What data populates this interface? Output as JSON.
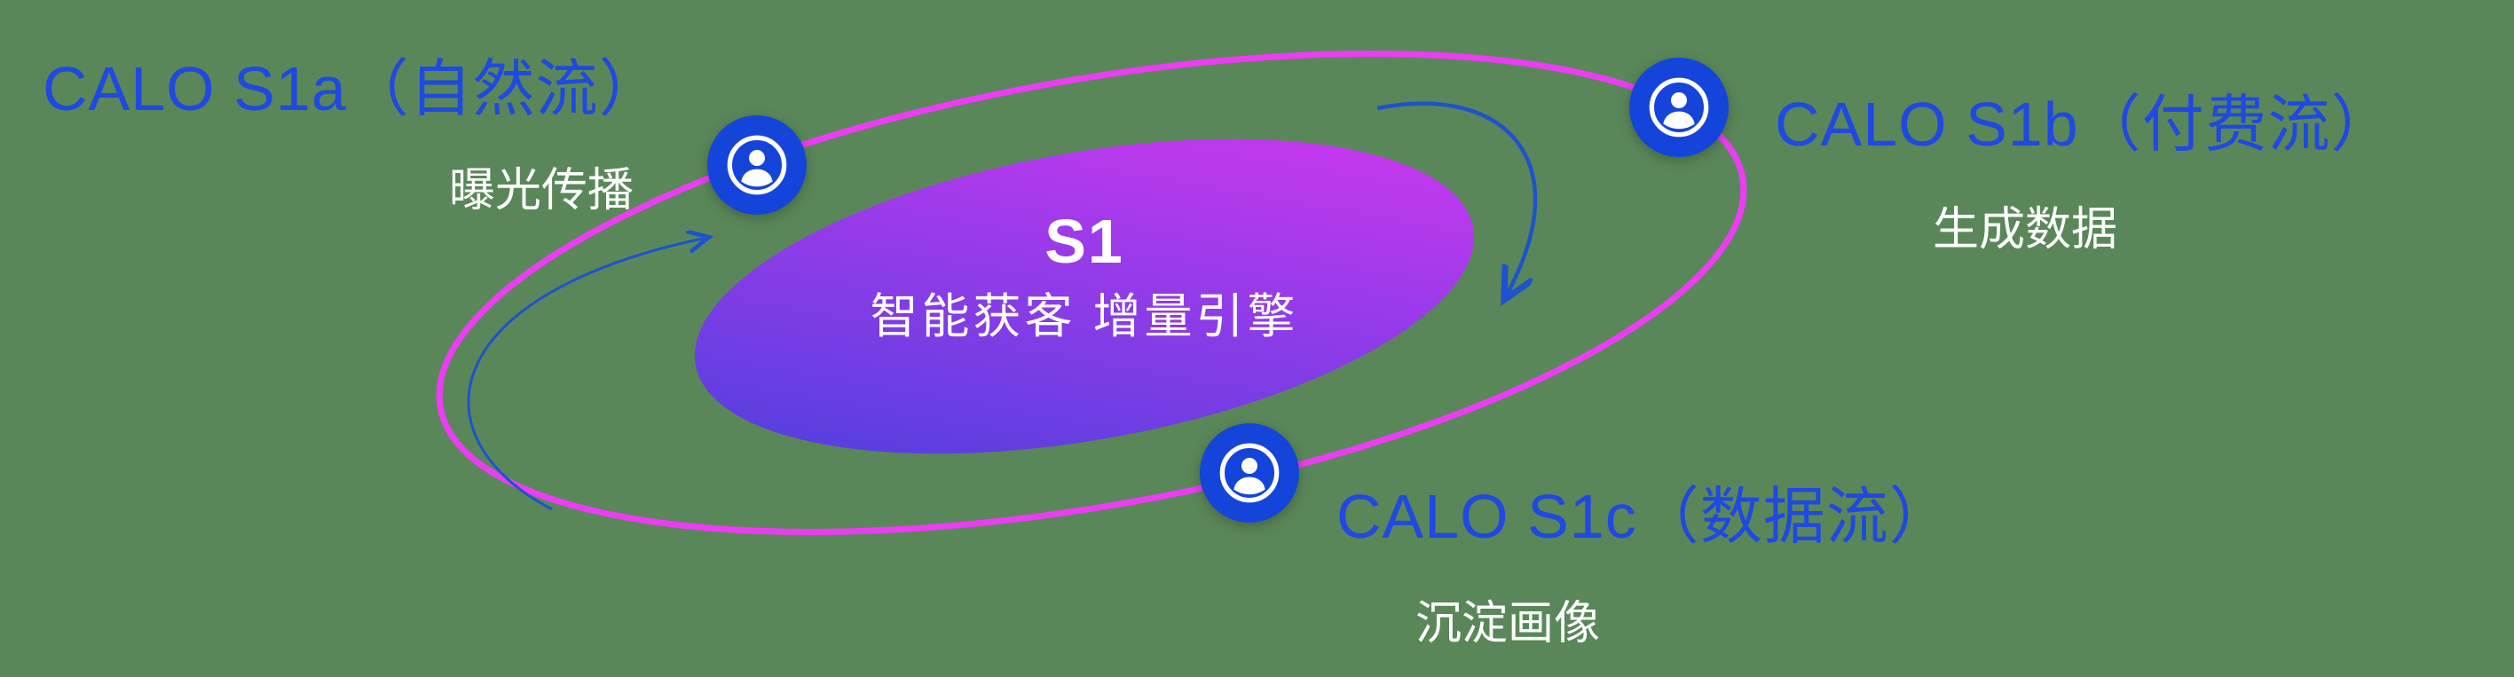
{
  "diagram": {
    "center": {
      "title": "S1",
      "subtitle": "智能获客  增量引擎"
    },
    "nodes": [
      {
        "id": "s1a",
        "title": "CALO S1a（自然流）",
        "subtitle": "曝光传播",
        "icon": "user-icon",
        "position": "left"
      },
      {
        "id": "s1b",
        "title": "CALO S1b（付费流）",
        "subtitle": "生成数据",
        "icon": "user-icon",
        "position": "top-right"
      },
      {
        "id": "s1c",
        "title": "CALO S1c（数据流）",
        "subtitle": "沉淀画像",
        "icon": "user-icon",
        "position": "bottom"
      }
    ],
    "arrows": [
      {
        "id": "left-arrow",
        "direction": "counter-clockwise, curving up toward S1a node"
      },
      {
        "id": "top-right-arrow",
        "direction": "clockwise, curving down from top toward core"
      }
    ],
    "colors": {
      "background_green": "#5a8759",
      "title_blue": "#1e49e2",
      "node_blue": "#1544da",
      "arrow_blue": "#1d53cc",
      "orbit_ring_magenta": "#ec3df4",
      "core_gradient_start": "#4440dc",
      "core_gradient_end": "#d837f2",
      "text_white": "#ffffff"
    }
  }
}
